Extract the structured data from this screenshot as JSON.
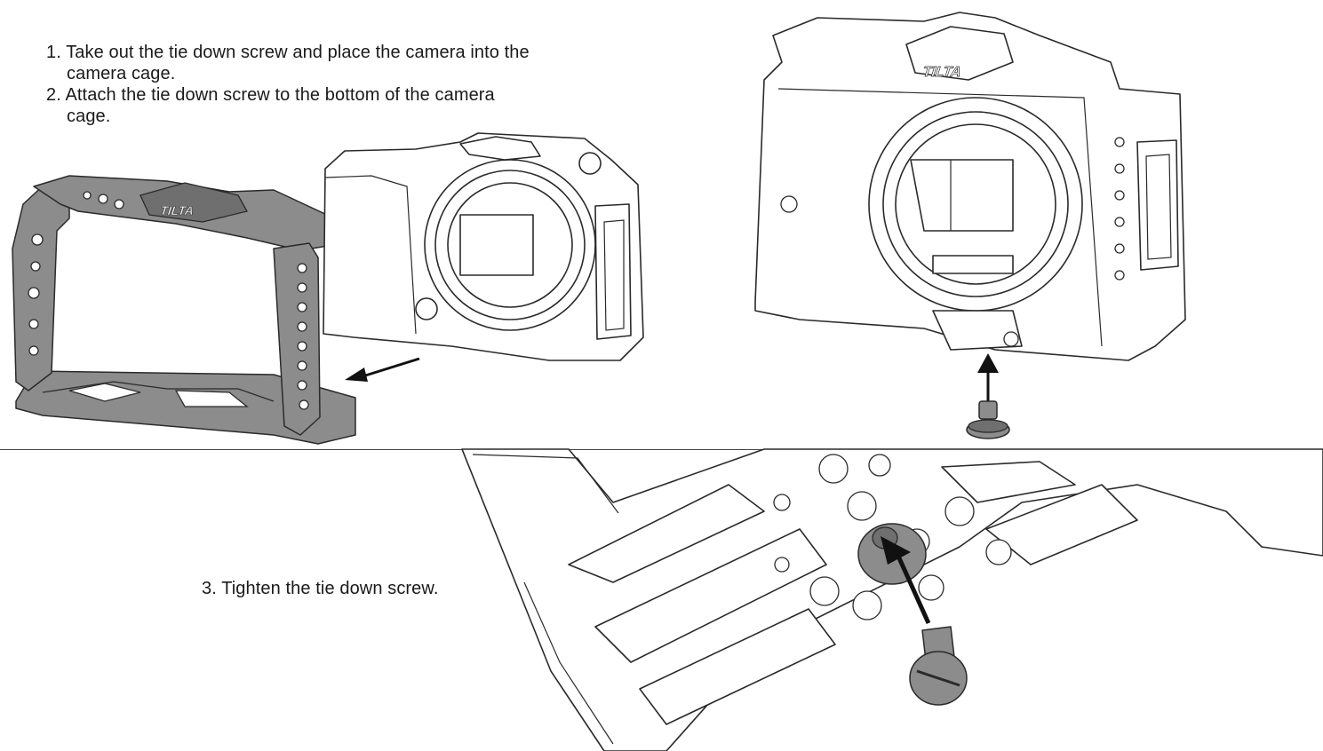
{
  "instructions": {
    "step1": {
      "number": "1.",
      "line1": "Take out the tie down screw and place the camera into the",
      "line2": "camera cage."
    },
    "step2": {
      "number": "2.",
      "line1": "Attach the tie down screw to the bottom of the camera",
      "line2": "cage."
    },
    "step3": {
      "number": "3.",
      "line1": "Tighten the tie down screw."
    }
  },
  "brand": {
    "logo_text": "TILTA"
  },
  "colors": {
    "cage": "#8c8c8c",
    "line": "#2a2a2a",
    "background": "#ffffff"
  }
}
